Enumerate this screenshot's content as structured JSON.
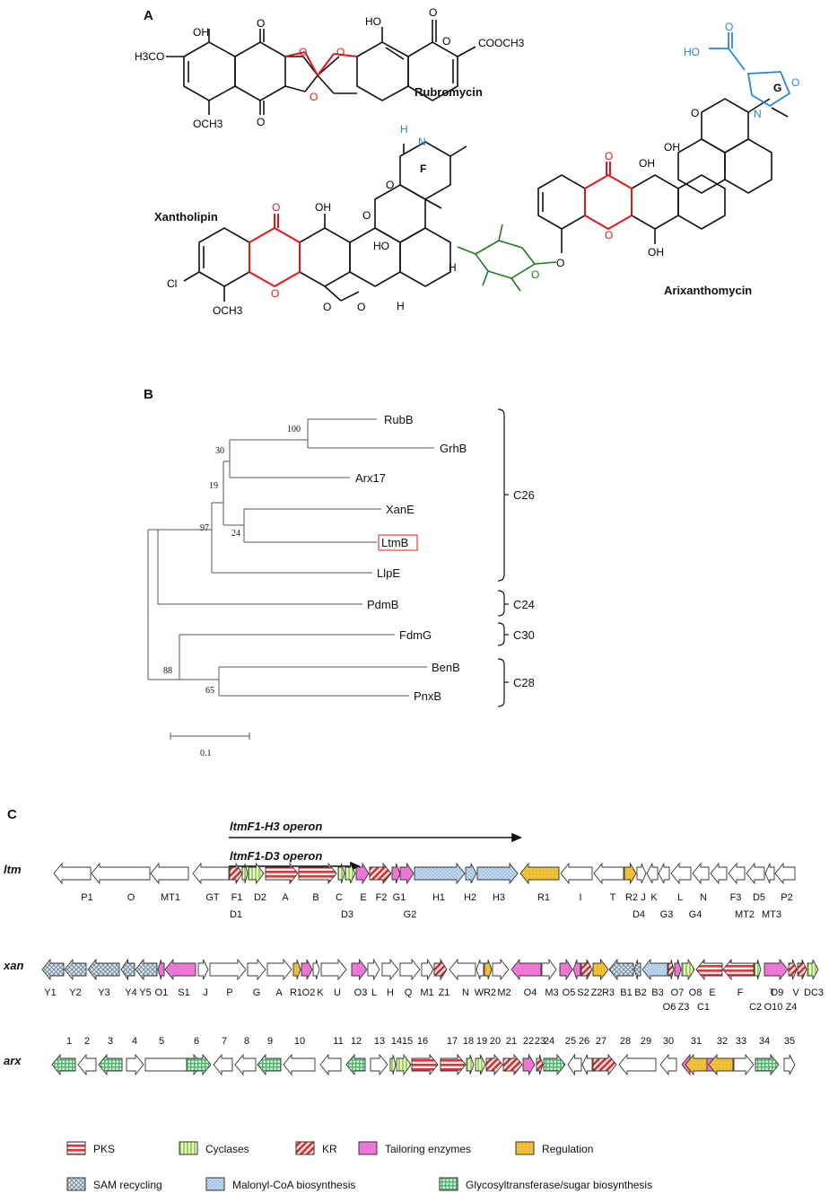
{
  "panels": {
    "a": "A",
    "b": "B",
    "c": "C"
  },
  "compounds": {
    "rubromycin": "Rubromycin",
    "xantholipin": "Xantholipin",
    "arixanthomycin": "Arixanthomycin"
  },
  "atoms": {
    "rub_oh1": "OH",
    "rub_o1": "O",
    "rub_o2": "O",
    "rub_h3co": "H3CO",
    "rub_ring_o1": "O",
    "rub_ring_o2": "O",
    "rub_ho": "HO",
    "rub_o3": "O",
    "rub_o4": "O",
    "rub_cooch3": "COOCH3",
    "rub_o5": "O",
    "rub_och3": "OCH3",
    "xan_h": "H",
    "xan_n": "N",
    "xan_f": "F",
    "xan_o1": "O",
    "xan_o2": "O",
    "xan_oh": "OH",
    "xan_o3": "O",
    "xan_ho": "HO",
    "xan_h2": "H",
    "xan_cl": "Cl",
    "xan_o4": "O",
    "xan_och3": "OCH3",
    "xan_o5": "O",
    "xan_o6": "O",
    "xan_h3": "H",
    "arx_ho": "HO",
    "arx_o1": "O",
    "arx_o2": "O",
    "arx_n": "N",
    "arx_g": "G",
    "arx_o3": "O",
    "arx_oh1": "OH",
    "arx_oh2": "OH",
    "arx_o4": "O",
    "arx_o5": "O",
    "arx_oh3": "OH",
    "arx_o6": "O",
    "arx_o7": "O"
  },
  "tree": {
    "taxa": [
      "RubB",
      "GrhB",
      "Arx17",
      "XanE",
      "LtmB",
      "LlpE",
      "PdmB",
      "FdmG",
      "BenB",
      "PnxB"
    ],
    "highlight": "LtmB",
    "bootstrap": [
      "100",
      "30",
      "19",
      "24",
      "97",
      "88",
      "65"
    ],
    "clades": [
      "C26",
      "C24",
      "C30",
      "C28"
    ],
    "scale_label": "0.1"
  },
  "operons": {
    "h3": "ltmF1-H3 operon",
    "d3": "ltmF1-D3 operon"
  },
  "tracks": {
    "ltm": "ltm",
    "xan": "xan",
    "arx": "arx"
  },
  "ltm_labels_top": [
    "P1",
    "O",
    "MT1",
    "GT",
    "F1",
    "D2",
    "A",
    "B",
    "C",
    "E",
    "F2",
    "G1",
    "H1",
    "H2",
    "H3",
    "R1",
    "I",
    "T",
    "R2",
    "J",
    "K",
    "L",
    "N",
    "F3",
    "D5",
    "P2"
  ],
  "ltm_labels_bottom": [
    "D1",
    "D3",
    "G2",
    "D4",
    "G3",
    "G4",
    "MT2",
    "MT3"
  ],
  "xan_labels_top": [
    "Y1",
    "Y2",
    "Y3",
    "Y4",
    "Y5",
    "O1",
    "S1",
    "J",
    "P",
    "G",
    "A",
    "R1",
    "O2",
    "K",
    "U",
    "O3",
    "L",
    "H",
    "Q",
    "M1",
    "Z1",
    "N",
    "W",
    "R2",
    "M2",
    "O4",
    "M3",
    "O5",
    "S2",
    "Z2",
    "R3",
    "B1",
    "B2",
    "B3",
    "O7",
    "O8",
    "E",
    "F",
    "T",
    "O9",
    "V",
    "D",
    "C3"
  ],
  "xan_labels_bottom": [
    "O6",
    "Z3",
    "C1",
    "C2",
    "O10",
    "Z4"
  ],
  "arx_labels": [
    "1",
    "2",
    "3",
    "4",
    "5",
    "6",
    "7",
    "8",
    "9",
    "10",
    "11",
    "12",
    "13",
    "14",
    "15",
    "16",
    "17",
    "18",
    "19",
    "20",
    "21",
    "22",
    "23",
    "24",
    "25",
    "26",
    "27",
    "28",
    "29",
    "30",
    "31",
    "32",
    "33",
    "34",
    "35"
  ],
  "legend": {
    "pks": "PKS",
    "cyclases": "Cyclases",
    "kr": "KR",
    "tailoring": "Tailoring enzymes",
    "regulation": "Regulation",
    "sam": "SAM recycling",
    "malonyl": "Malonyl-CoA biosynthesis",
    "glyco": "Glycosyltransferase/sugar biosynthesis"
  },
  "colors": {
    "pks": "#e8323a",
    "cyclases": "#b6e37a",
    "kr": "#c92a2a",
    "tailoring": "#f07ad8",
    "regulation": "#f2c23a",
    "sam": "#7f9ab3",
    "malonyl": "#a9c8e8",
    "glyco": "#52b16a",
    "xanthone": "#e0181b",
    "acid": "#2a86d6",
    "sugar": "#1f7a1f",
    "highlight": "#e0181b"
  }
}
